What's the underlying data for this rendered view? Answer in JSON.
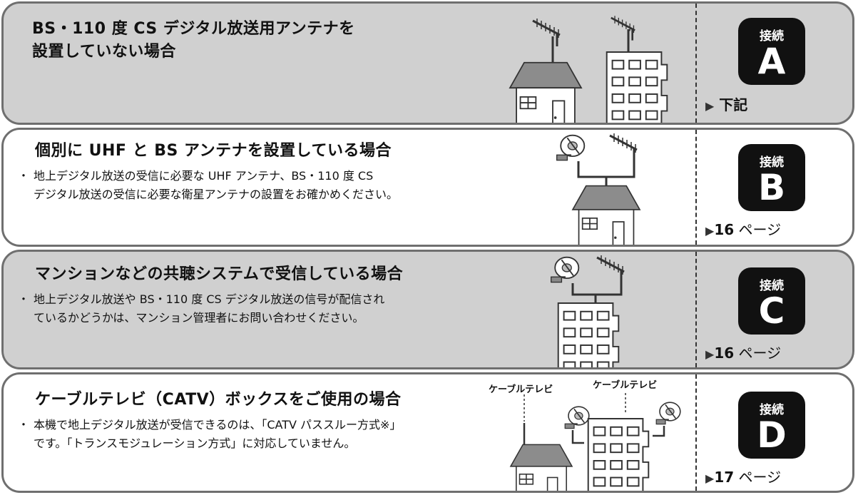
{
  "cases": [
    {
      "id": "A",
      "title_line1": "BS・110 度 CS デジタル放送用アンテナを",
      "title_line2": "設置していない場合",
      "badge_top": "接続",
      "badge_letter": "A",
      "ref_arrow": "▶",
      "ref_text": "下記"
    },
    {
      "id": "B",
      "title": "個別に UHF と BS アンテナを設置している場合",
      "bullet_mark": "・",
      "bullet_line1": "地上デジタル放送の受信に必要な UHF アンテナ、BS・110 度 CS",
      "bullet_line2": "デジタル放送の受信に必要な衛星アンテナの設置をお確かめください。",
      "badge_top": "接続",
      "badge_letter": "B",
      "ref_arrow": "▶",
      "ref_num": "16",
      "ref_page": "ページ"
    },
    {
      "id": "C",
      "title": "マンションなどの共聴システムで受信している場合",
      "bullet_mark": "・",
      "bullet_line1": "地上デジタル放送や BS・110 度 CS デジタル放送の信号が配信され",
      "bullet_line2": "ているかどうかは、マンション管理者にお問い合わせください。",
      "badge_top": "接続",
      "badge_letter": "C",
      "ref_arrow": "▶",
      "ref_num": "16",
      "ref_page": "ページ"
    },
    {
      "id": "D",
      "title": "ケーブルテレビ（CATV）ボックスをご使用の場合",
      "bullet_mark": "・",
      "bullet_line1": "本機で地上デジタル放送が受信できるのは、「CATV パススルー方式※」",
      "bullet_line2": "です。「トランスモジュレーション方式」に対応していません。",
      "caption_left": "ケーブルテレビ",
      "caption_right": "ケーブルテレビ",
      "badge_top": "接続",
      "badge_letter": "D",
      "ref_arrow": "▶",
      "ref_num": "17",
      "ref_page": "ページ"
    }
  ],
  "colors": {
    "panel_gray": "#d0d0d0",
    "border": "#6f6f6f",
    "badge": "#111111"
  }
}
